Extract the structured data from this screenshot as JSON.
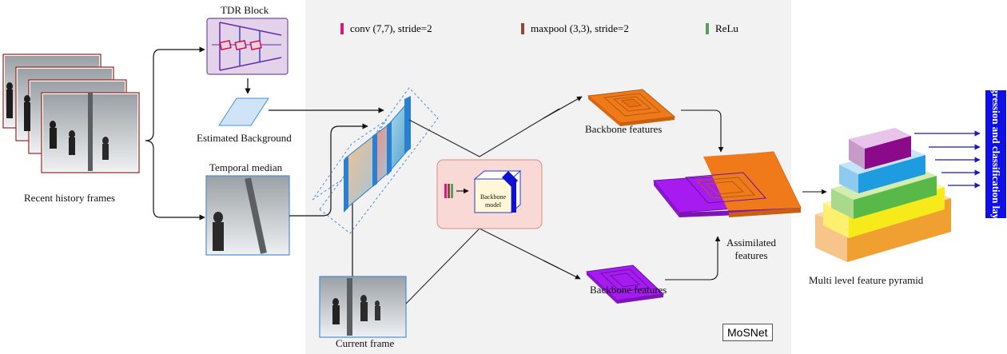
{
  "labels": {
    "tdr_block": "TDR Block",
    "estimated_background": "Estimated Background",
    "temporal_median": "Temporal median",
    "recent_history_frames": "Recent history frames",
    "current_frame": "Current frame",
    "backbone_model": "Backbone model",
    "backbone_features_top": "Backbone features",
    "backbone_features_bottom": "Backbone features",
    "assimilated_features": "Assimilated features",
    "multi_level_feature_pyramid": "Multi level feature pyramid",
    "mosnet": "MoSNet",
    "side_panel": "Regression and classification layers"
  },
  "legend": [
    {
      "label": "conv (7,7), stride=2",
      "color": "#d6197c"
    },
    {
      "label": "maxpool (3,3), stride=2",
      "color": "#8b4a3a"
    },
    {
      "label": "ReLu",
      "color": "#5f9a60"
    }
  ],
  "colors": {
    "panel_bg": "#f2f2f2",
    "feature_orange": "#f07a1a",
    "feature_purple": "#a51bf0",
    "arrow_blue": "#1a1ab8"
  }
}
